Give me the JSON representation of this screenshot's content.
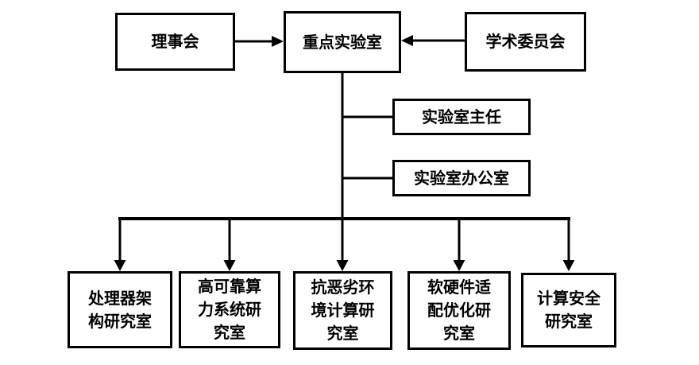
{
  "diagram": {
    "type": "org-chart",
    "background": "#ffffff",
    "line_color": "#000000",
    "box_border_color": "#000000",
    "text_color": "#000000",
    "nodes": {
      "board": "理事会",
      "key_lab": "重点实验室",
      "academic_committee": "学术委员会",
      "lab_director": "实验室主任",
      "lab_office": "实验室办公室",
      "dept_processor_architecture": "处理器架构研究室",
      "dept_high_reliability_computing": "高可靠算力系统研究室",
      "dept_harsh_environment_computing": "抗恶劣环境计算研究室",
      "dept_sw_hw_adaptation": "软硬件适配优化研究室",
      "dept_computing_security": "计算安全研究室"
    },
    "edges": [
      {
        "from": "board",
        "to": "key_lab",
        "arrow": "to"
      },
      {
        "from": "academic_committee",
        "to": "key_lab",
        "arrow": "to"
      },
      {
        "from": "key_lab",
        "to": "lab_director",
        "arrow": "none"
      },
      {
        "from": "key_lab",
        "to": "lab_office",
        "arrow": "none"
      },
      {
        "from": "key_lab",
        "to": "dept_processor_architecture",
        "arrow": "to"
      },
      {
        "from": "key_lab",
        "to": "dept_high_reliability_computing",
        "arrow": "to"
      },
      {
        "from": "key_lab",
        "to": "dept_harsh_environment_computing",
        "arrow": "to"
      },
      {
        "from": "key_lab",
        "to": "dept_sw_hw_adaptation",
        "arrow": "to"
      },
      {
        "from": "key_lab",
        "to": "dept_computing_security",
        "arrow": "to"
      }
    ]
  }
}
